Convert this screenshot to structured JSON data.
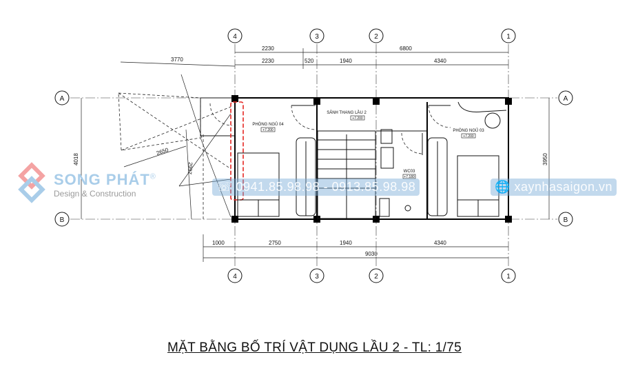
{
  "title": "MẶT BẰNG BỐ TRÍ VẬT DỤNG LẦU 2 - TL: 1/75",
  "grid_axes": {
    "vertical": [
      "4",
      "3",
      "2",
      "1"
    ],
    "horizontal": [
      "A",
      "B"
    ]
  },
  "dimensions": {
    "top_row1": [
      "2230",
      "6800"
    ],
    "top_row2": [
      "3770",
      "2230",
      "520",
      "1940",
      "4340"
    ],
    "bottom_row1": [
      "1000",
      "2750",
      "1940",
      "4340"
    ],
    "bottom_total": "9030",
    "left": "4018",
    "right": "3950",
    "diag1": "2650",
    "diag2": "2997"
  },
  "rooms": [
    {
      "name": "PHÒNG NGỦ 04",
      "level": "+7.200"
    },
    {
      "name": "SẢNH THANG LẦU 2",
      "level": "+7.200"
    },
    {
      "name": "PHÒNG NGỦ 03",
      "level": "+7.200"
    },
    {
      "name": "WC03",
      "level": "+7.180"
    }
  ],
  "watermark": {
    "brand": "SONG PHÁT",
    "registered": "®",
    "tagline": "Design & Construction",
    "phone": "0941.85.98.98 - 0913.85.98.98",
    "website": "xaynhasaigon.vn"
  },
  "colors": {
    "highlight": "#e52521",
    "watermark": "#78aad7"
  }
}
